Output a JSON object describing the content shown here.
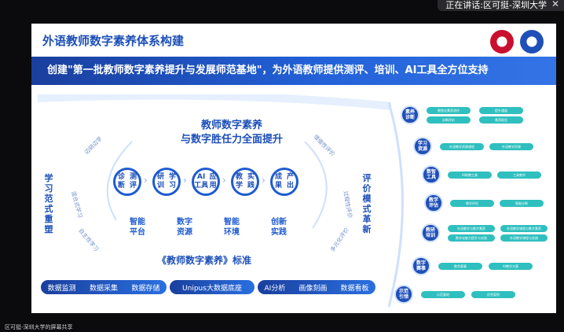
{
  "meeting": {
    "speaker_prefix": "正在讲话:",
    "speaker_name": "区可挺-深圳大学",
    "close_glyph": "✕",
    "share_caption": "区可挺-深圳大学的屏幕共享"
  },
  "slide": {
    "title": "外语教师数字素养体系构建",
    "banner": "创建\"第一批教师数字素养提升与发展师范基地\"，为外语教师提供测评、培训、AI工具全方位支持",
    "left_side": "学习范式重塑",
    "right_side": "评价模式革新",
    "center_title_line1": "教师数字素养",
    "center_title_line2": "与数字胜任力全面提升",
    "left_arc_labels": [
      "边研边学",
      "混合式学习",
      "自主性学习"
    ],
    "right_arc_labels": [
      "增值性评价",
      "过程性评价",
      "多元化评价"
    ],
    "stages": [
      {
        "line1": "诊断",
        "line2": "测评"
      },
      {
        "line1": "研训",
        "line2": "学习"
      },
      {
        "line1": "AI工具",
        "line2": "应用"
      },
      {
        "line1": "教学",
        "line2": "实践"
      },
      {
        "line1": "成果",
        "line2": "产出"
      }
    ],
    "pairs": [
      {
        "line1": "智能",
        "line2": "平台"
      },
      {
        "line1": "数字",
        "line2": "资源"
      },
      {
        "line1": "智能",
        "line2": "环境"
      },
      {
        "line1": "创新",
        "line2": "实践"
      }
    ],
    "standard": "《教师数字素养》标准",
    "bottom_bar": [
      "数据监测",
      "数据采集",
      "数据存储",
      "Unipus大数据底座",
      "AI分析",
      "画像刻画",
      "数据看板"
    ],
    "nodes": [
      {
        "line1": "素养",
        "line2": "诊断",
        "pills": [
          "数智化素养测评",
          "提升通道",
          "诊断评价",
          "素养报告"
        ]
      },
      {
        "line1": "学习",
        "line2": "资源",
        "pills": [
          "外语教学资源课程",
          "外语教学资源",
          "",
          ""
        ]
      },
      {
        "line1": "数智",
        "line2": "工具",
        "pills": [
          "AI助教工具",
          "工具教学",
          "",
          ""
        ]
      },
      {
        "line1": "教学",
        "line2": "评估",
        "pills": [
          "教学评估",
          "智能诊断",
          "",
          ""
        ]
      },
      {
        "line1": "教研",
        "line2": "培训",
        "pills": [
          "外语教学与数字素养",
          "外语教学课程与数字素养",
          "数字化能力提升与实践",
          "外语教学课程与实践"
        ]
      },
      {
        "line1": "数字",
        "line2": "赛事",
        "pills": [
          "数字赛事",
          "AI教学大赛",
          "",
          ""
        ]
      },
      {
        "line1": "示范",
        "line2": "引领",
        "pills": [
          "示范基地",
          "优秀案例",
          "",
          ""
        ]
      }
    ]
  },
  "colors": {
    "brand_blue": "#1c4fb8",
    "banner_blue": "#2261d8",
    "pill_teal": "#2fbfbf",
    "logo_red": "#c8102e",
    "logo_blue": "#1f4fb8"
  }
}
